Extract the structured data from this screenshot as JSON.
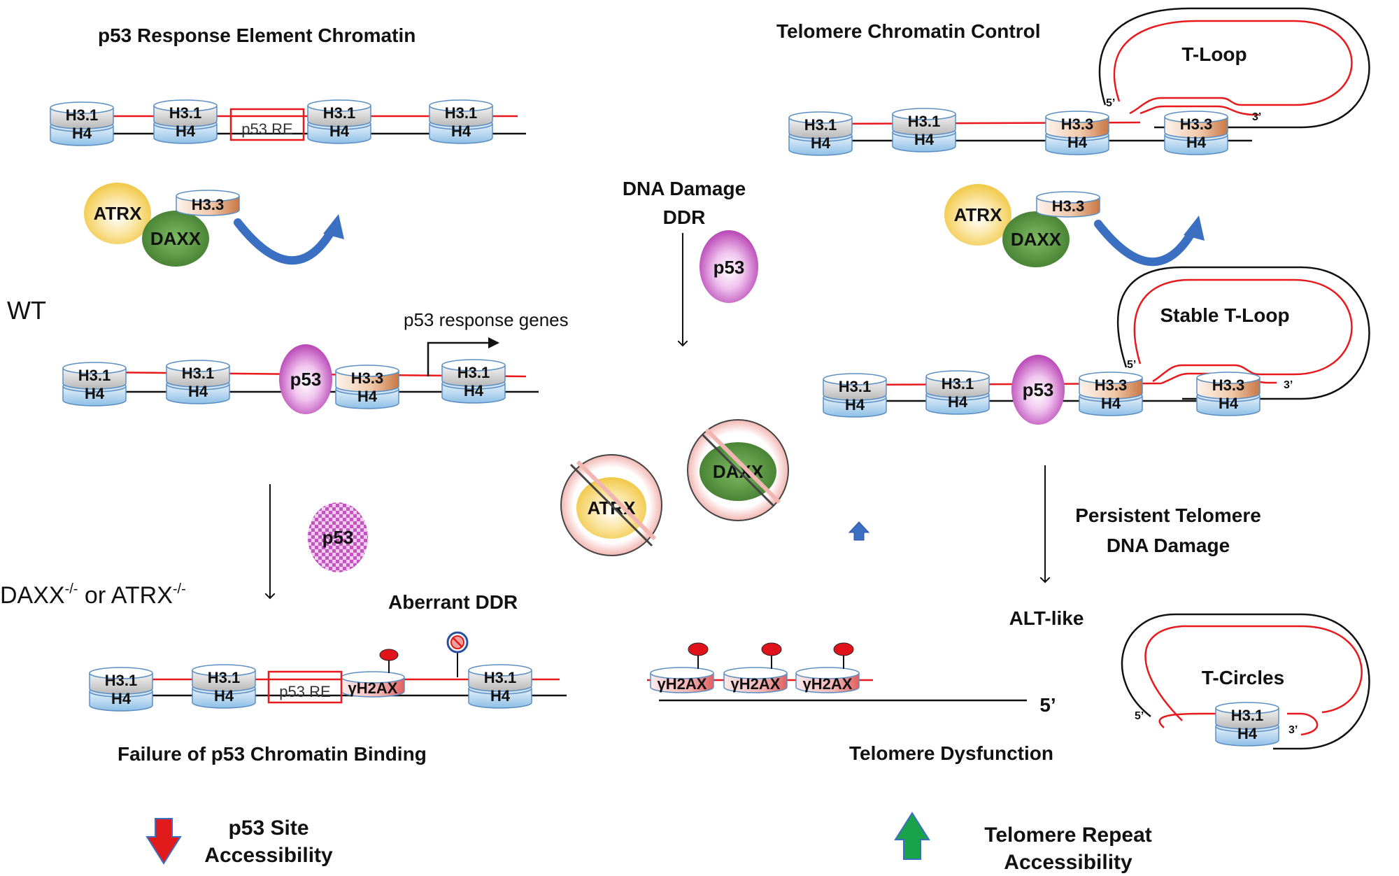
{
  "labels": {
    "p53_response_title": "p53 Response Element Chromatin",
    "telomere_control_title": "Telomere Chromatin Control",
    "t_loop": "T-Loop",
    "stable_t_loop": "Stable T-Loop",
    "t_circles": "T-Circles",
    "dna_damage": "DNA Damage",
    "ddr": "DDR",
    "wt": "WT",
    "mutants_daxx": "DAXX",
    "mutants_sup1": "-/-",
    "mutants_or": " or ATRX",
    "mutants_sup2": "-/-",
    "p53_response_genes": "p53 response genes",
    "aberrant_ddr": "Aberrant DDR",
    "failure_binding": "Failure of p53 Chromatin Binding",
    "persistent_damage_1": "Persistent Telomere",
    "persistent_damage_2": "DNA Damage",
    "alt_like": "ALT-like",
    "telomere_dysfunction": "Telomere Dysfunction",
    "five_prime": "5’",
    "three_prime": "3’",
    "five_prime_end": "5’",
    "p53_site_1": "p53 Site",
    "p53_site_2": "Accessibility",
    "telomere_repeat_1": "Telomere Repeat",
    "telomere_repeat_2": "Accessibility"
  },
  "molecules": {
    "h31": "H3.1",
    "h33": "H3.3",
    "h4": "H4",
    "p53": "p53",
    "atrx": "ATRX",
    "daxx": "DAXX",
    "p53_re": "p53 RE",
    "gh2ax": "γH2AX"
  },
  "colors": {
    "dna_red": "#e8191c",
    "dna_black": "#111111",
    "nucleosome_blue": "#a9cdea",
    "atrx_yellow": "#f7d35f",
    "daxx_green": "#4e8a3a",
    "p53_magenta": "#c64fc4",
    "arrow_blue": "#3a6fc2",
    "arrow_down_red": "#e11b1b",
    "arrow_up_green": "#19a24a"
  }
}
